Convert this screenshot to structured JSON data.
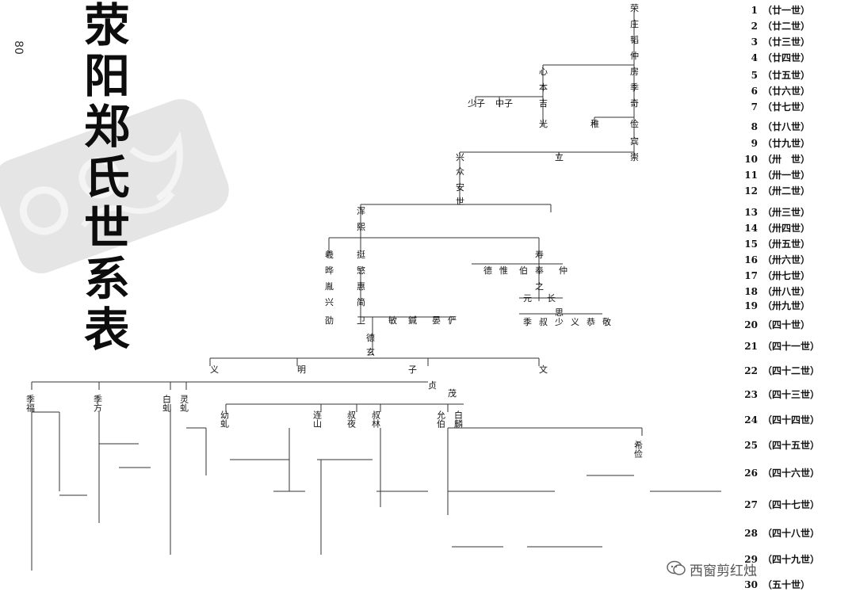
{
  "page_number": "80",
  "title_chars": [
    "荥",
    "阳",
    "郑",
    "氏",
    "世",
    "系",
    "表"
  ],
  "generations": [
    {
      "n": "1",
      "label": "（廿一世）"
    },
    {
      "n": "2",
      "label": "（廿二世）"
    },
    {
      "n": "3",
      "label": "（廿三世）"
    },
    {
      "n": "4",
      "label": "（廿四世）"
    },
    {
      "n": "5",
      "label": "（廿五世）"
    },
    {
      "n": "6",
      "label": "（廿六世）"
    },
    {
      "n": "7",
      "label": "（廿七世）"
    },
    {
      "n": "8",
      "label": "（廿八世）"
    },
    {
      "n": "9",
      "label": "（廿九世）"
    },
    {
      "n": "10",
      "label": "（卅　世）"
    },
    {
      "n": "11",
      "label": "（卅一世）"
    },
    {
      "n": "12",
      "label": "（卅二世）"
    },
    {
      "n": "13",
      "label": "（卅三世）"
    },
    {
      "n": "14",
      "label": "（卅四世）"
    },
    {
      "n": "15",
      "label": "（卅五世）"
    },
    {
      "n": "16",
      "label": "（卅六世）"
    },
    {
      "n": "17",
      "label": "（卅七世）"
    },
    {
      "n": "18",
      "label": "（卅八世）"
    },
    {
      "n": "19",
      "label": "（卅九世）"
    },
    {
      "n": "20",
      "label": "（四十世）"
    },
    {
      "n": "21",
      "label": "（四十一世）"
    },
    {
      "n": "22",
      "label": "（四十二世）"
    },
    {
      "n": "23",
      "label": "（四十三世）"
    },
    {
      "n": "24",
      "label": "（四十四世）"
    },
    {
      "n": "25",
      "label": "（四十五世）"
    },
    {
      "n": "26",
      "label": "（四十六世）"
    },
    {
      "n": "27",
      "label": "（四十七世）"
    },
    {
      "n": "28",
      "label": "（四十八世）"
    },
    {
      "n": "29",
      "label": "（四十九世）"
    },
    {
      "n": "30",
      "label": "（五十世）"
    }
  ],
  "tree_names": [
    "荣",
    "庄",
    "韬",
    "仲",
    "心",
    "本",
    "吉",
    "光",
    "少子",
    "中子",
    "房",
    "季",
    "奇",
    "稚",
    "俭",
    "宾",
    "兴",
    "立",
    "崇",
    "众",
    "安",
    "世",
    "浑",
    "熙",
    "羲",
    "晔",
    "胤",
    "兴",
    "劭",
    "挺",
    "慜",
    "惠",
    "简",
    "卫",
    "敏",
    "鍼",
    "晏",
    "俨",
    "寿",
    "奉",
    "之",
    "德",
    "惟",
    "伯",
    "仲",
    "季",
    "叔",
    "少",
    "义",
    "恭",
    "敬",
    "元",
    "长",
    "思",
    "德",
    "玄",
    "义",
    "明",
    "子",
    "文",
    "贞",
    "茂"
  ],
  "alt_names": [
    "季福",
    "季方",
    "白虬",
    "灵虬",
    "幼虬",
    "连山",
    "叔夜",
    "叔林",
    "允伯",
    "白麟",
    "希俭"
  ],
  "watermark": "西窗剪红烛",
  "icons": {
    "watermark_icon": "speech-bubble-icon"
  }
}
